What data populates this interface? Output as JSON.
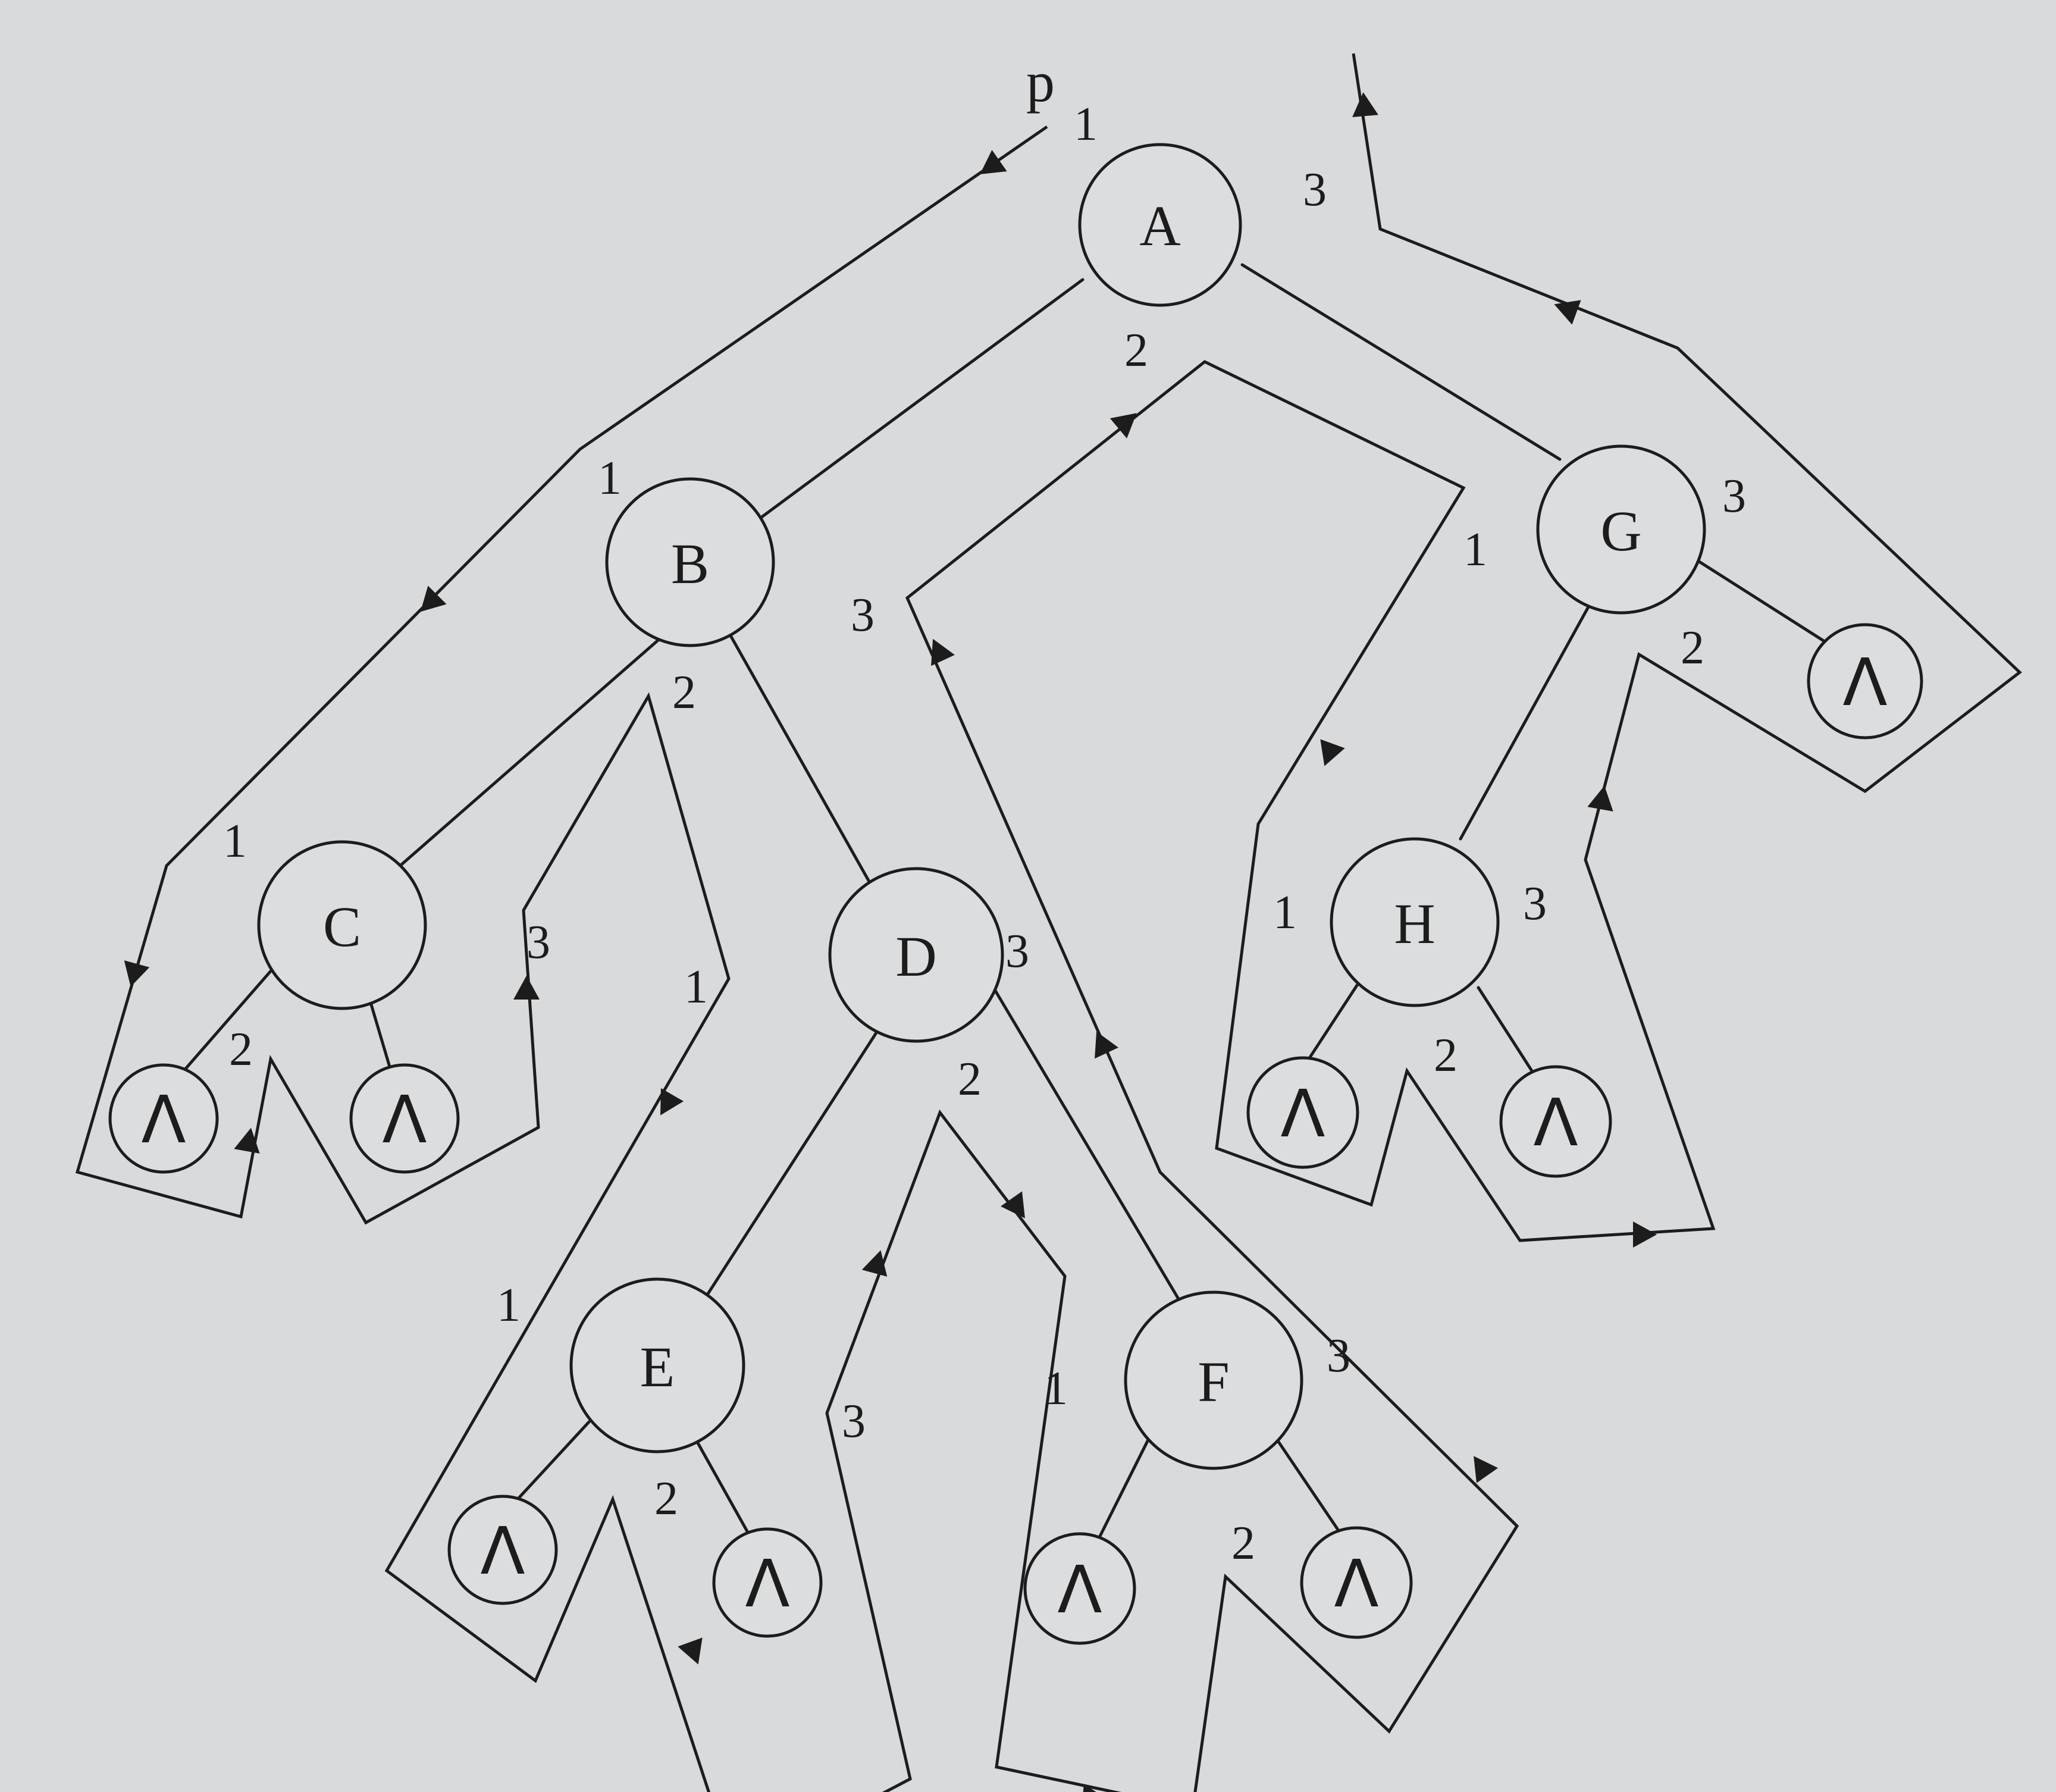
{
  "diagram": {
    "start_label": "p",
    "null_symbol": "Λ",
    "nodes": {
      "A": "A",
      "B": "B",
      "C": "C",
      "D": "D",
      "E": "E",
      "F": "F",
      "G": "G",
      "H": "H"
    },
    "step_labels": {
      "s1": "1",
      "s2": "2",
      "s3": "3"
    },
    "colors": {
      "ink": "#1c1c1c",
      "paper": "#d9dadc"
    }
  }
}
